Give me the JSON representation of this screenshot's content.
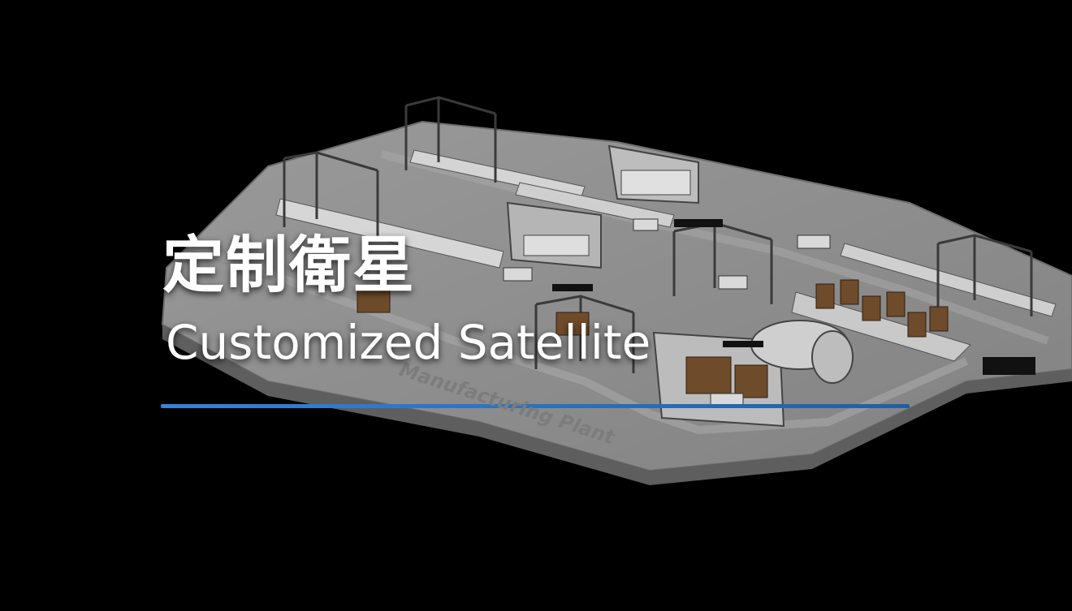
{
  "title": {
    "chinese": "定制衛星",
    "english": "Customized Satellite"
  },
  "floor_label": "Manufacturing Plant",
  "colors": {
    "background": "#000000",
    "floor": "#8f8f8f",
    "floor_edge": "#6e6e6e",
    "divider_start": "#2f86d9",
    "divider_end": "#1f5fa8"
  }
}
